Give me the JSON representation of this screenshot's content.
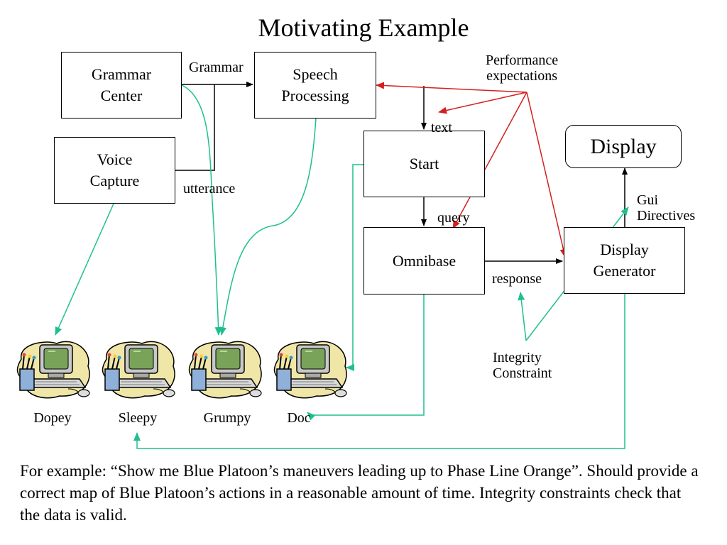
{
  "title": "Motivating Example",
  "boxes": {
    "grammar_center": [
      "Grammar",
      "Center"
    ],
    "speech_processing": [
      "Speech",
      "Processing"
    ],
    "voice_capture": [
      "Voice",
      "Capture"
    ],
    "start": [
      "Start"
    ],
    "omnibase": [
      "Omnibase"
    ],
    "display_generator": [
      "Display",
      "Generator"
    ],
    "display": [
      "Display"
    ]
  },
  "labels": {
    "grammar": "Grammar",
    "utterance": "utterance",
    "text": "text",
    "query": "query",
    "response": "response",
    "performance": [
      "Performance",
      "expectations"
    ],
    "gui": [
      "Gui",
      "Directives"
    ],
    "integrity": [
      "Integrity",
      "Constraint"
    ]
  },
  "computers": [
    "Dopey",
    "Sleepy",
    "Grumpy",
    "Doc"
  ],
  "caption": "For example: “Show me Blue Platoon’s maneuvers leading up to Phase Line Orange”.  Should provide a correct map of Blue Platoon’s actions in a reasonable amount of time.  Integrity constraints check that the data is valid.",
  "colors": {
    "black_flow": "#000000",
    "red_flow": "#d42020",
    "teal_flow": "#1fbf8f",
    "monitor_blob": "#efe6a8"
  }
}
